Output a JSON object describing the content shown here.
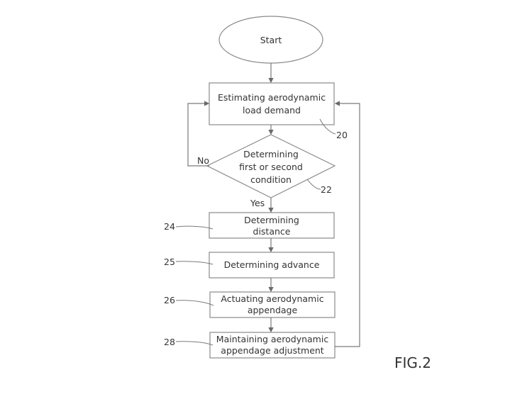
{
  "figure_label": "FIG.2",
  "nodes": {
    "start": {
      "label": "Start"
    },
    "estimate": {
      "lines": [
        "Estimating aerodynamic",
        "load demand"
      ],
      "ref": "20"
    },
    "decision": {
      "lines": [
        "Determining",
        "first or second",
        "condition"
      ],
      "ref": "22",
      "no_label": "No",
      "yes_label": "Yes"
    },
    "distance": {
      "lines": [
        "Determining",
        "distance"
      ],
      "ref": "24"
    },
    "advance": {
      "lines": [
        "Determining advance"
      ],
      "ref": "25"
    },
    "actuate": {
      "lines": [
        "Actuating aerodynamic",
        "appendage"
      ],
      "ref": "26"
    },
    "maintain": {
      "lines": [
        "Maintaining aerodynamic",
        "appendage adjustment"
      ],
      "ref": "28"
    }
  }
}
